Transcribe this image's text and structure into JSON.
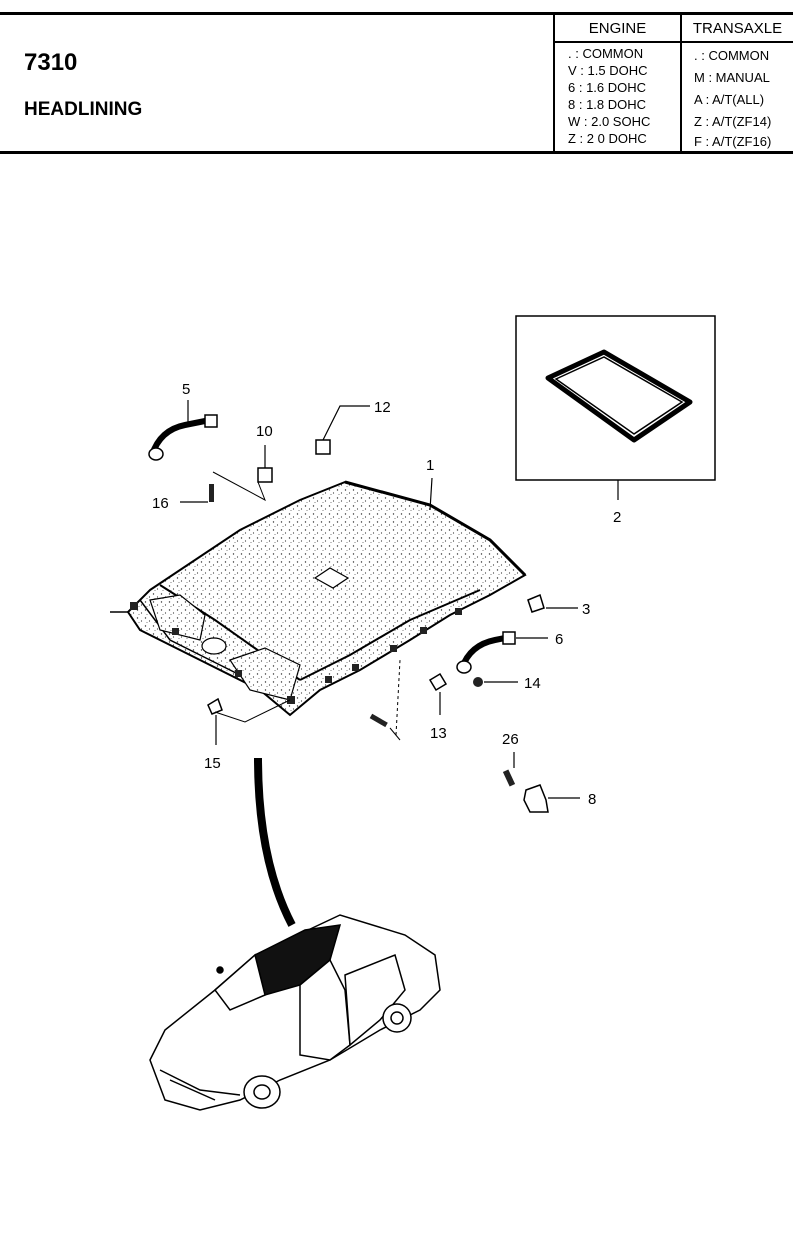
{
  "header": {
    "group_code": "7310",
    "group_title": "HEADLINING",
    "engine": {
      "heading": "ENGINE",
      "rows": [
        ". : COMMON",
        "V : 1.5 DOHC",
        "6 : 1.6 DOHC",
        "8 : 1.8 DOHC",
        "W : 2.0 SOHC",
        "Z : 2 0 DOHC"
      ]
    },
    "transaxle": {
      "heading": "TRANSAXLE",
      "rows": [
        ". : COMMON",
        "M : MANUAL",
        "A : A/T(ALL)",
        "Z : A/T(ZF14)",
        "F : A/T(ZF16)"
      ]
    }
  },
  "callouts": {
    "c1": "1",
    "c2": "2",
    "c3": "3",
    "c5": "5",
    "c6": "6",
    "c8": "8",
    "c10": "10",
    "c12": "12",
    "c13": "13",
    "c14": "14",
    "c15": "15",
    "c16": "16",
    "c26": "26"
  }
}
